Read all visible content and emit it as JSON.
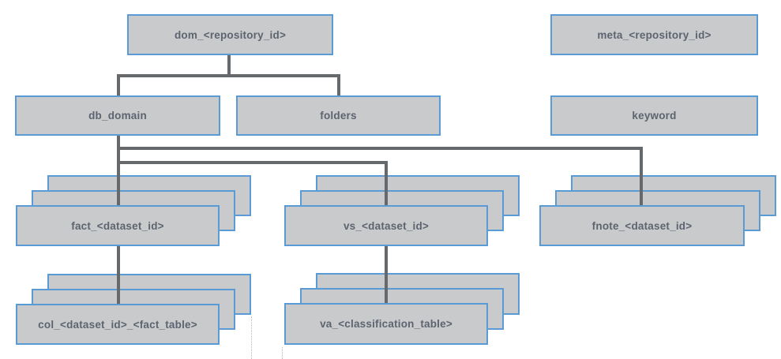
{
  "colors": {
    "box_fill": "#c9cacc",
    "box_border": "#5b9bd5",
    "connector": "#66696c",
    "label_text": "#5d6470"
  },
  "nodes": {
    "dom": {
      "label": "dom_<repository_id>",
      "stacked": false
    },
    "meta": {
      "label": "meta_<repository_id>",
      "stacked": false
    },
    "db_domain": {
      "label": "db_domain",
      "stacked": false
    },
    "folders": {
      "label": "folders",
      "stacked": false
    },
    "keyword": {
      "label": "keyword",
      "stacked": false
    },
    "fact": {
      "label": "fact_<dataset_id>",
      "stacked": true
    },
    "vs": {
      "label": "vs_<dataset_id>",
      "stacked": true
    },
    "fnote": {
      "label": "fnote_<dataset_id>",
      "stacked": true
    },
    "col": {
      "label": "col_<dataset_id>_<fact_table>",
      "stacked": true
    },
    "va": {
      "label": "va_<classification_table>",
      "stacked": true
    }
  },
  "edges": [
    {
      "from": "dom_<repository_id>",
      "to": "db_domain"
    },
    {
      "from": "dom_<repository_id>",
      "to": "folders"
    },
    {
      "from": "db_domain",
      "to": "fact_<dataset_id>"
    },
    {
      "from": "db_domain",
      "to": "vs_<dataset_id>"
    },
    {
      "from": "db_domain",
      "to": "fnote_<dataset_id>"
    },
    {
      "from": "fact_<dataset_id>",
      "to": "col_<dataset_id>_<fact_table>"
    },
    {
      "from": "vs_<dataset_id>",
      "to": "va_<classification_table>"
    }
  ]
}
